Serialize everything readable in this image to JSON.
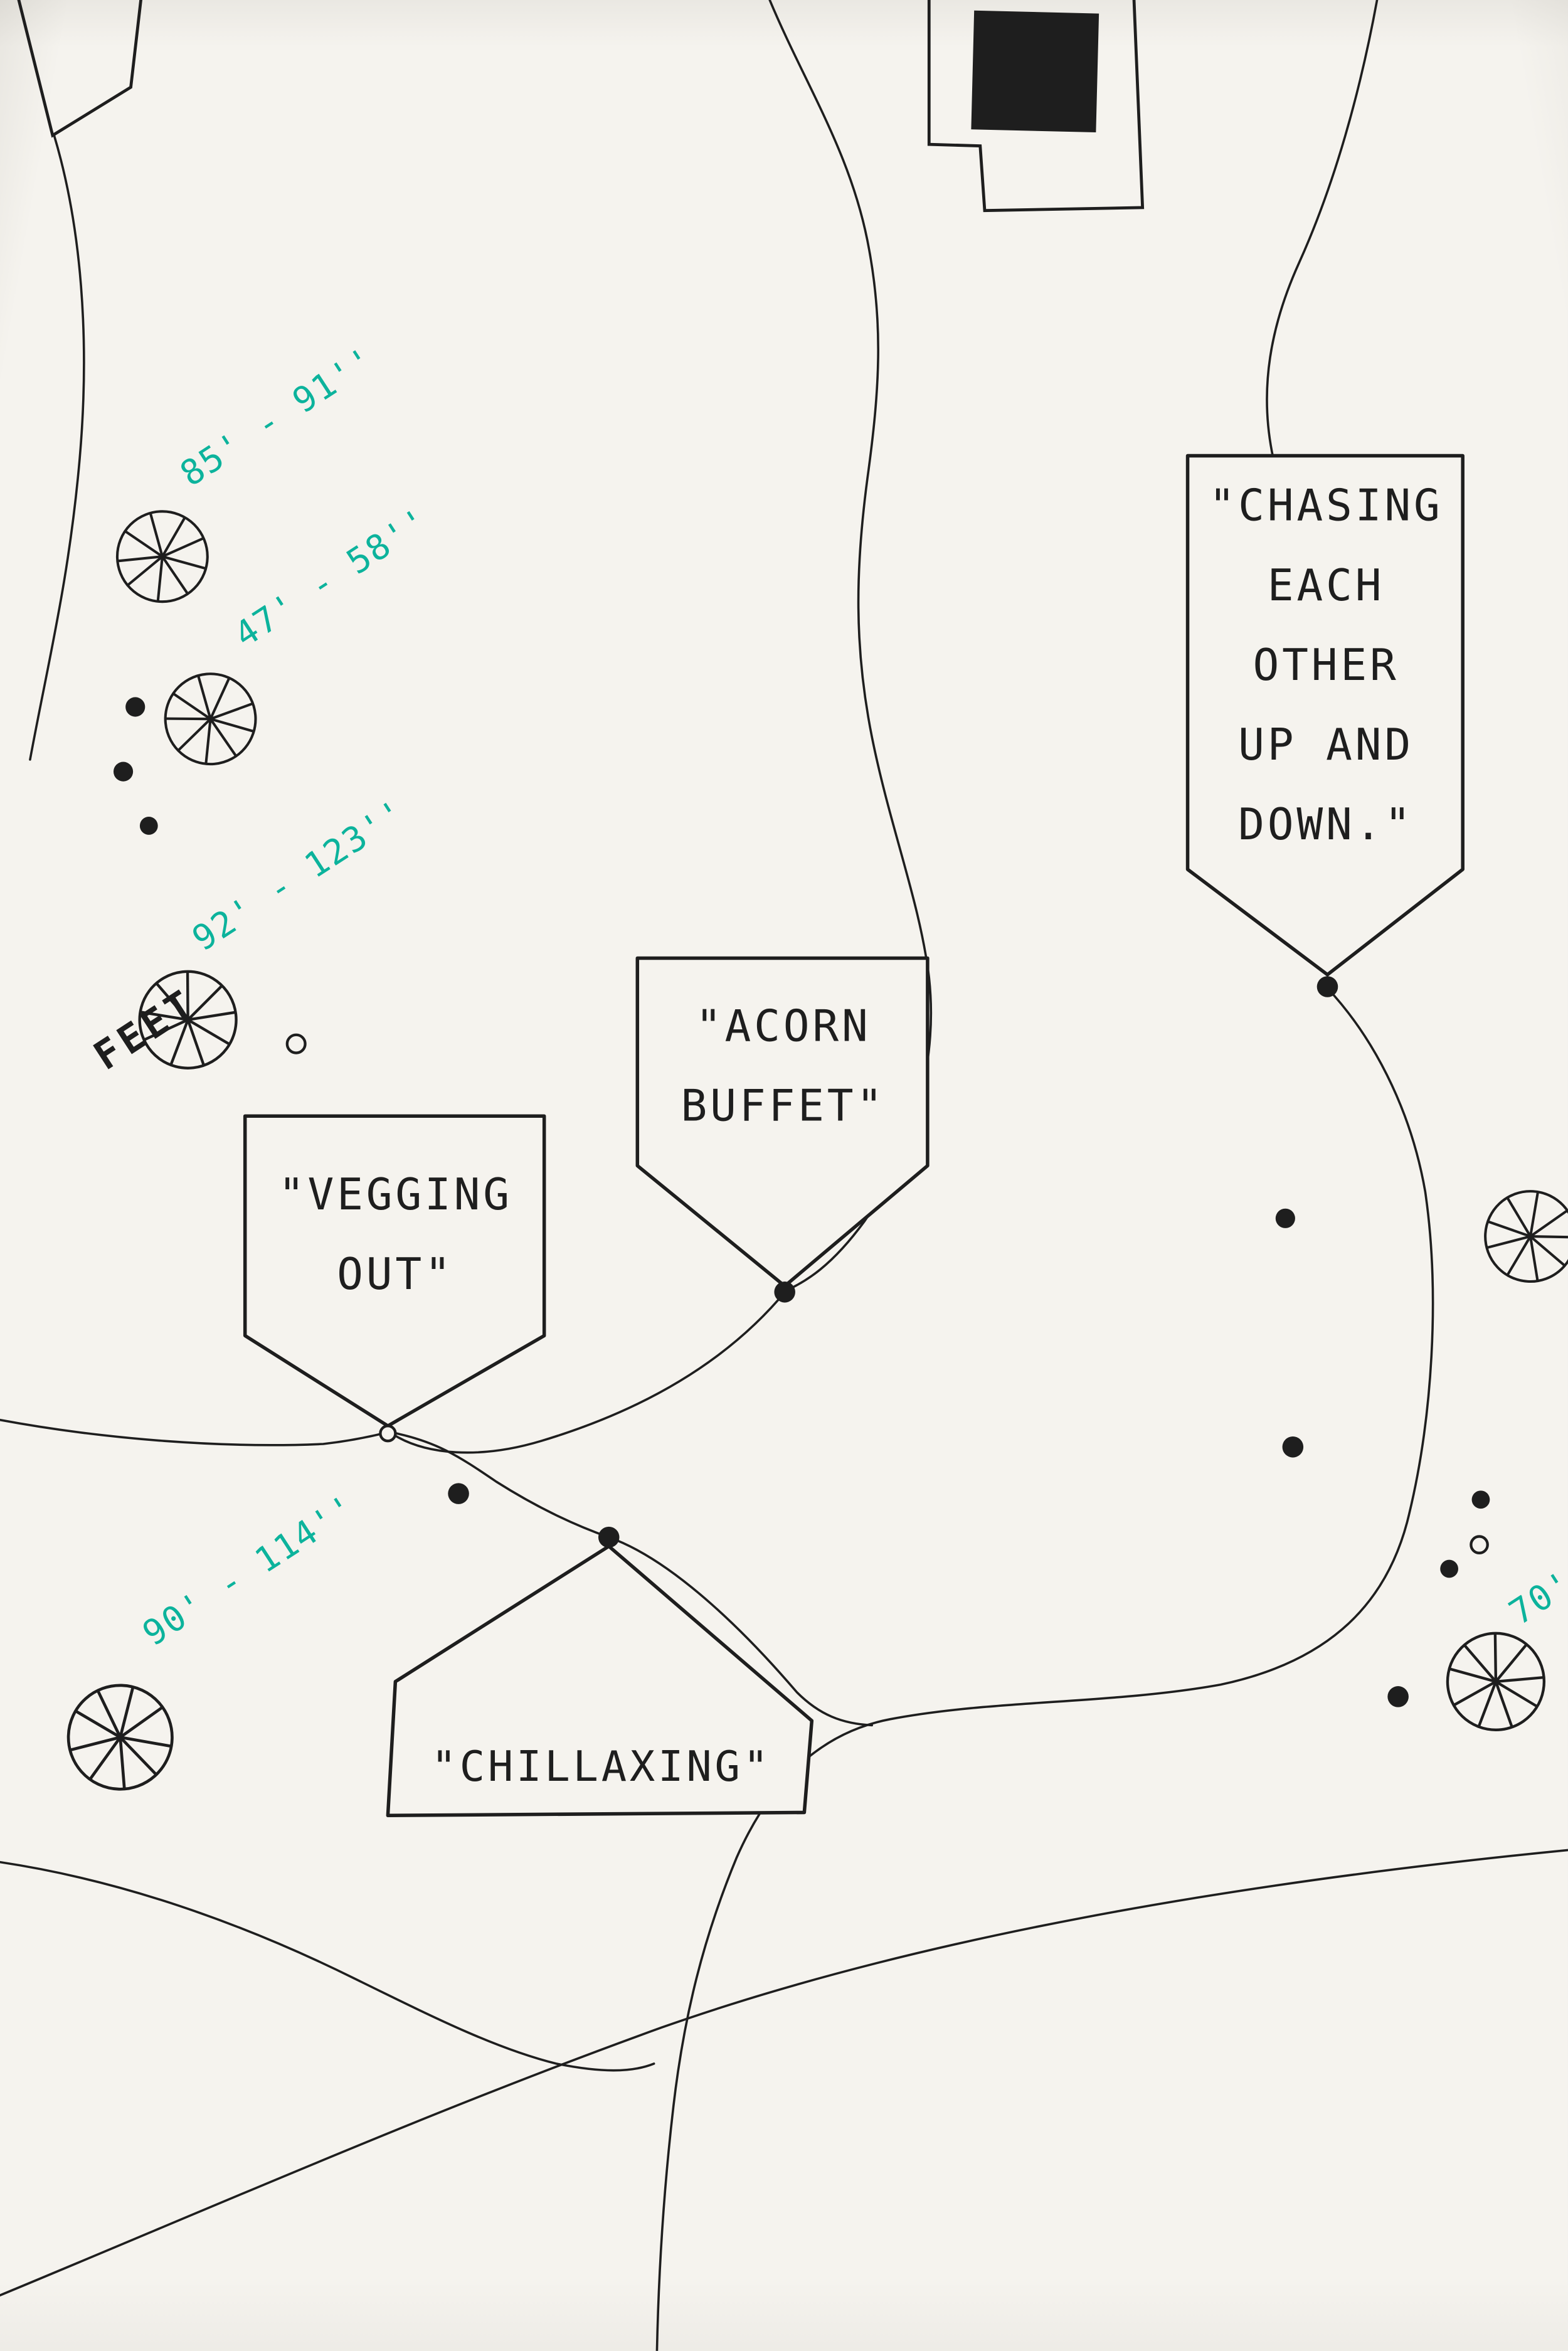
{
  "colors": {
    "paper": "#f5f3ee",
    "ink": "#1e1e1e",
    "accent_teal": "#0cb39c"
  },
  "callouts": {
    "chasing": {
      "lines": [
        "\"CHASING",
        "EACH",
        "OTHER",
        "UP AND",
        "DOWN.\""
      ]
    },
    "acorn": {
      "lines": [
        "\"ACORN",
        "BUFFET\""
      ]
    },
    "vegging": {
      "lines": [
        "\"VEGGING",
        "OUT\""
      ]
    },
    "chillaxing": {
      "lines": [
        "\"CHILLAXING\""
      ]
    }
  },
  "measurements": {
    "m1": "85' - 91''",
    "m2": "47' - 58''",
    "m3": "92' - 123''",
    "m4": "90' - 114''",
    "m5": "70'"
  },
  "scale_text": "FEET"
}
